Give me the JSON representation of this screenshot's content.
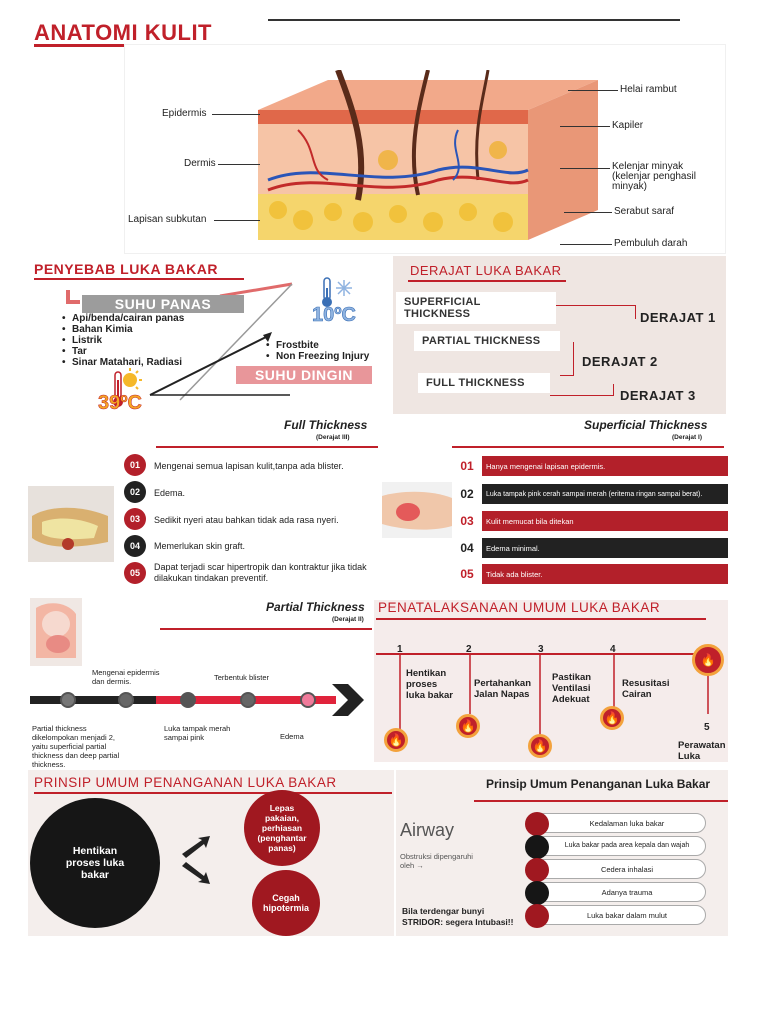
{
  "anatomi": {
    "title": "ANATOMI KULIT",
    "left_labels": {
      "epidermis": "Epidermis",
      "dermis": "Dermis",
      "subkutan": "Lapisan subkutan"
    },
    "right_labels": {
      "helai": "Helai rambut",
      "kapiler": "Kapiler",
      "kelenjar": "Kelenjar minyak (kelenjar penghasil minyak)",
      "serabut": "Serabut saraf",
      "pembuluh": "Pembuluh darah"
    }
  },
  "penyebab": {
    "title": "PENYEBAB LUKA BAKAR",
    "suhu_panas": "SUHU PANAS",
    "panas_items": [
      "Api/benda/cairan panas",
      "Bahan Kimia",
      "Listrik",
      "Tar",
      "Sinar Matahari, Radiasi"
    ],
    "suhu_dingin": "SUHU DINGIN",
    "dingin_items": [
      "Frostbite",
      "Non Freezing Injury"
    ],
    "temp_cold": "10ºC",
    "temp_hot": "39ºC"
  },
  "derajat": {
    "title": "DERAJAT LUKA BAKAR",
    "levels": [
      {
        "name": "SUPERFICIAL THICKNESS",
        "label": "DERAJAT 1"
      },
      {
        "name": "PARTIAL THICKNESS",
        "label": "DERAJAT 2"
      },
      {
        "name": "FULL THICKNESS",
        "label": "DERAJAT 3"
      }
    ]
  },
  "full": {
    "title": "Full Thickness",
    "subtitle": "(Derajat III)",
    "items": [
      {
        "num": "01",
        "text": "Mengenai semua lapisan kulit,tanpa ada blister."
      },
      {
        "num": "02",
        "text": "Edema."
      },
      {
        "num": "03",
        "text": "Sedikit nyeri atau bahkan tidak ada rasa nyeri."
      },
      {
        "num": "04",
        "text": "Memerlukan skin graft."
      },
      {
        "num": "05",
        "text": "Dapat terjadi scar hipertropik dan kontraktur jika tidak dilakukan tindakan preventif."
      }
    ]
  },
  "superficial": {
    "title": "Superficial Thickness",
    "subtitle": "(Derajat I)",
    "items": [
      {
        "num": "01",
        "text": "Hanya mengenai lapisan epidermis."
      },
      {
        "num": "02",
        "text": "Luka tampak pink cerah sampai merah (eritema ringan sampai berat)."
      },
      {
        "num": "03",
        "text": "Kulit memucat bila ditekan"
      },
      {
        "num": "04",
        "text": "Edema minimal."
      },
      {
        "num": "05",
        "text": "Tidak ada blister."
      }
    ]
  },
  "partial": {
    "title": "Partial Thickness",
    "subtitle": "(Derajat II)",
    "top1": "Mengenai epidermis dan dermis.",
    "top2": "Terbentuk blister",
    "bot1": "Partial thickness dikelompokan menjadi 2, yaitu superficial partial thickness dan deep partial thickness.",
    "bot2": "Luka tampak merah sampai pink",
    "bot3": "Edema"
  },
  "penatalaksanaan": {
    "title": "PENATALAKSANAAN UMUM LUKA BAKAR",
    "steps": [
      {
        "num": "1",
        "text": "Hentikan proses luka bakar"
      },
      {
        "num": "2",
        "text": "Pertahankan Jalan Napas"
      },
      {
        "num": "3",
        "text": "Pastikan Ventilasi Adekuat"
      },
      {
        "num": "4",
        "text": "Resusitasi Cairan"
      },
      {
        "num": "5",
        "text": "Perawatan Luka"
      }
    ]
  },
  "prinsip": {
    "title": "PRINSIP UMUM PENANGANAN LUKA BAKAR",
    "main": "Hentikan proses luka bakar",
    "c1": "Lepas pakaian, perhiasan (penghantar panas)",
    "c2": "Cegah hipotermia"
  },
  "airway": {
    "title": "Prinsip Umum Penanganan Luka Bakar",
    "label": "Airway",
    "note": "Obstruksi dipengaruhi oleh →",
    "items": [
      "Kedalaman luka bakar",
      "Luka bakar pada area kepala dan wajah",
      "Cedera inhalasi",
      "Adanya trauma",
      "Luka bakar dalam mulut"
    ],
    "stridor": "Bila terdengar bunyi STRIDOR: segera Intubasi!!"
  }
}
